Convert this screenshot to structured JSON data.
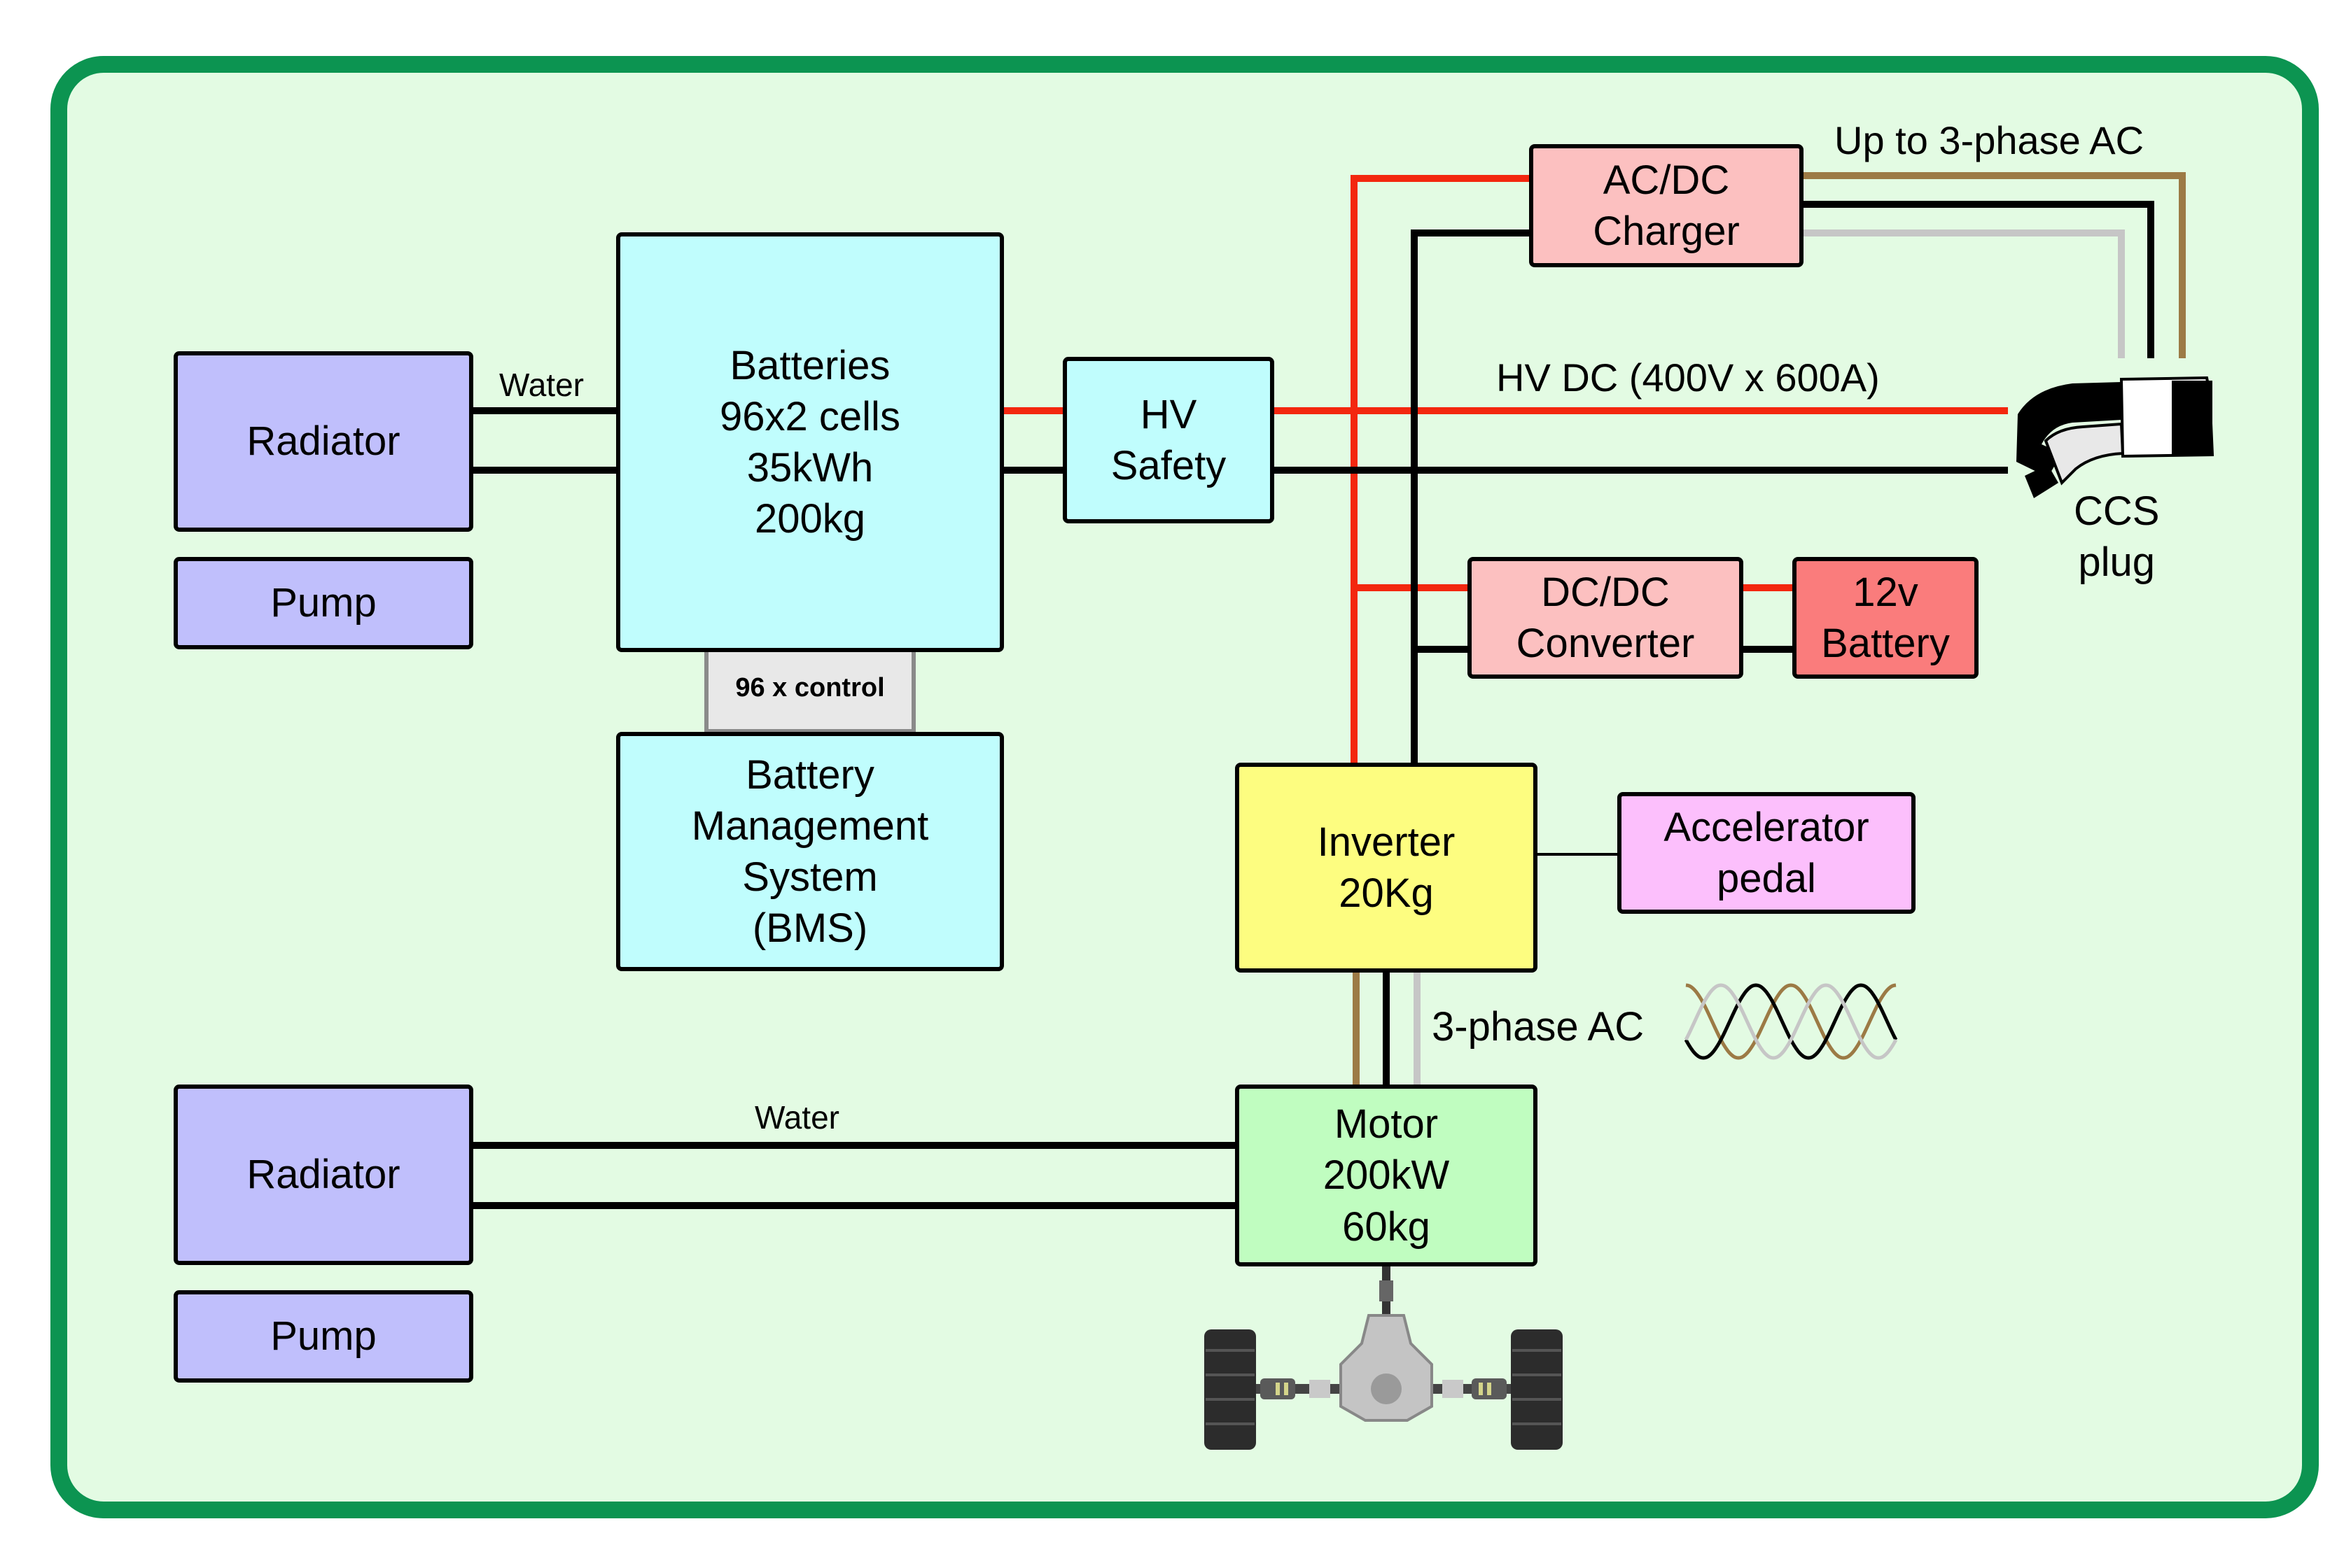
{
  "boxes": {
    "radiator_top": "Radiator",
    "pump_top": "Pump",
    "batteries": "Batteries\n96x2 cells\n35kWh\n200kg",
    "control": "96 x control",
    "bms": "Battery\nManagement\nSystem\n(BMS)",
    "hv_safety": "HV\nSafety",
    "charger": "AC/DC\nCharger",
    "dcdc": "DC/DC\nConverter",
    "battery12v": "12v\nBattery",
    "inverter": "Inverter\n20Kg",
    "accelerator": "Accelerator\npedal",
    "motor": "Motor\n200kW\n60kg",
    "radiator_bottom": "Radiator",
    "pump_bottom": "Pump"
  },
  "labels": {
    "water_top": "Water",
    "water_bottom": "Water",
    "hv_dc": "HV DC (400V x 600A)",
    "up_to_ac": "Up to 3-phase AC",
    "ccs": "CCS\nplug",
    "three_phase": "3-phase AC"
  },
  "colors": {
    "frame_border": "#0c9451",
    "background": "#e3fbe3",
    "radiator_pump": "#c0bffc",
    "battery_bms": "#c0fdfd",
    "control": "#e8e8e8",
    "charger_dcdc": "#fcc0c0",
    "battery12v": "#fa7c7c",
    "inverter": "#fdfd80",
    "accelerator": "#fcbffc",
    "motor": "#c0fdc0",
    "hv_positive": "#f3270f",
    "hv_negative": "#000000",
    "phase_brown": "#9c7a45",
    "phase_grey": "#c6c6c6"
  },
  "icons": [
    "ccs-plug-icon",
    "sine-wave-icon",
    "drive-axle-icon"
  ]
}
